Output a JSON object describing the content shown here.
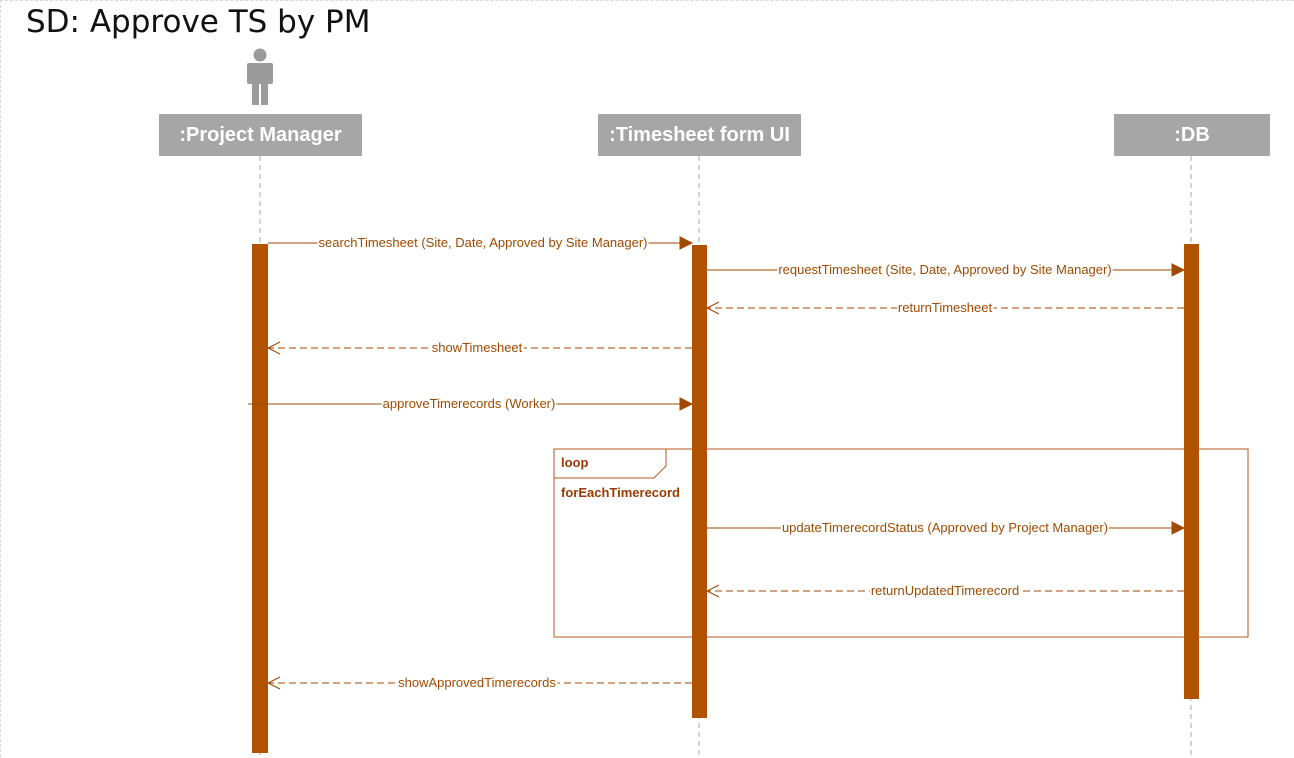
{
  "title": "SD: Approve TS by PM",
  "colors": {
    "activation": "#b05200",
    "message": "#a04a00",
    "frame_text": "#9a3a00",
    "lifeline_head": "#a6a6a6",
    "actor": "#9b9b9b"
  },
  "actor_icon": "person-icon",
  "lifelines": [
    {
      "id": "pm",
      "label": ":Project Manager"
    },
    {
      "id": "ui",
      "label": ":Timesheet form UI"
    },
    {
      "id": "db",
      "label": ":DB"
    }
  ],
  "messages": [
    {
      "from": "pm",
      "to": "ui",
      "label": "searchTimesheet (Site, Date, Approved by Site Manager)",
      "kind": "sync"
    },
    {
      "from": "ui",
      "to": "db",
      "label": "requestTimesheet (Site, Date, Approved by Site Manager)",
      "kind": "sync"
    },
    {
      "from": "db",
      "to": "ui",
      "label": "returnTimesheet",
      "kind": "return"
    },
    {
      "from": "ui",
      "to": "pm",
      "label": "showTimesheet",
      "kind": "return"
    },
    {
      "from": "pm",
      "to": "ui",
      "label": "approveTimerecords (Worker)",
      "kind": "sync"
    },
    {
      "from": "ui",
      "to": "db",
      "label": "updateTimerecordStatus (Approved by Project Manager)",
      "kind": "sync"
    },
    {
      "from": "db",
      "to": "ui",
      "label": "returnUpdatedTimerecord",
      "kind": "return"
    },
    {
      "from": "ui",
      "to": "pm",
      "label": "showApprovedTimerecords",
      "kind": "return"
    }
  ],
  "fragment": {
    "operator": "loop",
    "guard": "forEachTimerecord"
  }
}
